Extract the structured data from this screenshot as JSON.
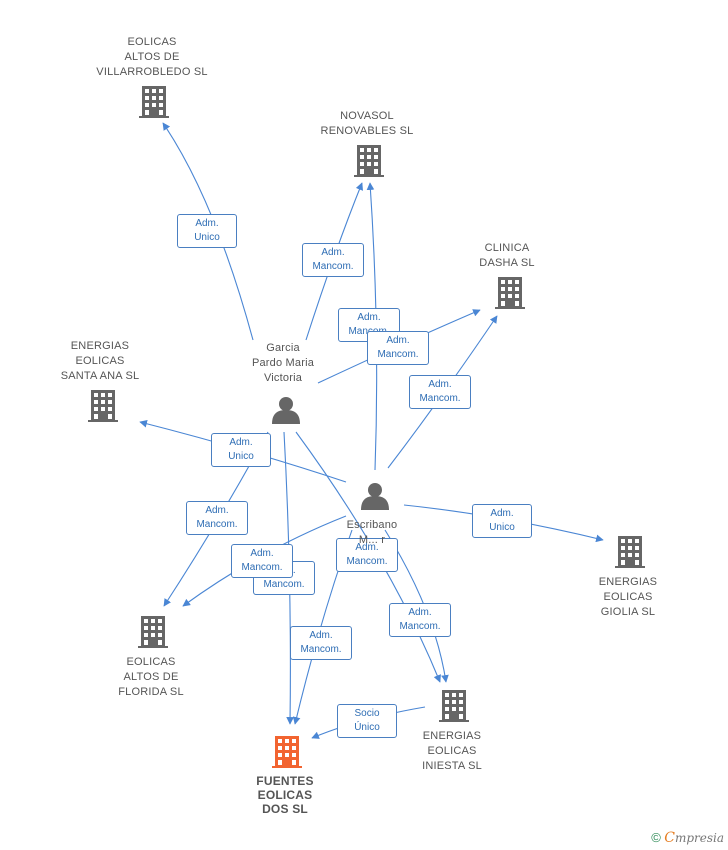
{
  "colors": {
    "edge": "#4a86d4",
    "company_icon": "#666666",
    "focus_icon": "#f26430",
    "person_icon": "#666666"
  },
  "nodes": [
    {
      "id": "villarrobledo",
      "type": "company",
      "label": "EOLICAS\nALTOS DE\nVILLARROBLEDO SL"
    },
    {
      "id": "novasol",
      "type": "company",
      "label": "NOVASOL\nRENOVABLES SL"
    },
    {
      "id": "clinica",
      "type": "company",
      "label": "CLINICA\nDASHA  SL"
    },
    {
      "id": "santa_ana",
      "type": "company",
      "label": "ENERGIAS\nEOLICAS\nSANTA ANA SL"
    },
    {
      "id": "giolia",
      "type": "company",
      "label": "ENERGIAS\nEOLICAS\nGIOLIA SL"
    },
    {
      "id": "florida",
      "type": "company",
      "label": "EOLICAS\nALTOS DE\nFLORIDA SL"
    },
    {
      "id": "iniesta",
      "type": "company",
      "label": "ENERGIAS\nEOLICAS\nINIESTA  SL"
    },
    {
      "id": "fuentes",
      "type": "focus",
      "label": "FUENTES\nEOLICAS\nDOS SL"
    },
    {
      "id": "garcia",
      "type": "person",
      "label": "Garcia\nPardo Maria\nVictoria"
    },
    {
      "id": "escribano",
      "type": "person",
      "label": "Escribano\nM...         r"
    }
  ],
  "edge_labels": [
    {
      "id": "e1",
      "text": "Adm.\nUnico"
    },
    {
      "id": "e2",
      "text": "Adm.\nMancom."
    },
    {
      "id": "e3",
      "text": "Adm.\nMancom."
    },
    {
      "id": "e4",
      "text": "Adm.\nMancom."
    },
    {
      "id": "e5",
      "text": "Adm.\nMancom."
    },
    {
      "id": "e6",
      "text": "Adm.\nUnico"
    },
    {
      "id": "e7",
      "text": "Adm.\nMancom."
    },
    {
      "id": "e8",
      "text": "Adm.\nUnico"
    },
    {
      "id": "e9",
      "text": "Adm.\nMancom."
    },
    {
      "id": "e10",
      "text": "Adm.\nMancom."
    },
    {
      "id": "e11",
      "text": "Adm.\nMancom."
    },
    {
      "id": "e12",
      "text": "Adm.\nMancom."
    },
    {
      "id": "e13",
      "text": "Adm.\nMancom."
    },
    {
      "id": "e14",
      "text": "Socio\nÚnico"
    }
  ],
  "footer": {
    "copyright": "©",
    "brand_initial": "C",
    "brand_rest": "mpresia"
  }
}
